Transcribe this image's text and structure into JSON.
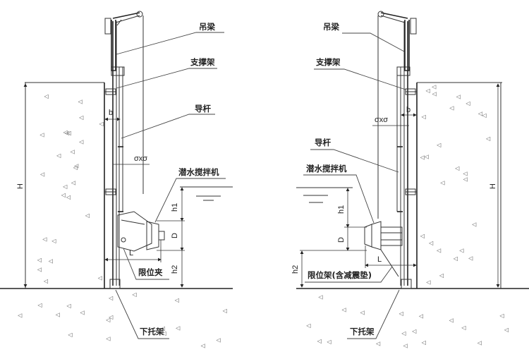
{
  "title": "Submersible mixer installation diagram (two mirrored views)",
  "left_view": {
    "labels": {
      "hanging_beam": "吊梁",
      "support_frame": "支撑架",
      "guide_rod": "导杆",
      "mixer": "潜水搅拌机",
      "limit_clamp": "限位夹",
      "bottom_bracket": "下托架"
    },
    "dimensions": {
      "H": "H",
      "b": "b",
      "rod_size": "σxσ",
      "h1": "h1",
      "D": "D",
      "h2": "h2",
      "L": "L"
    }
  },
  "right_view": {
    "labels": {
      "hanging_beam": "吊梁",
      "support_frame": "支撑架",
      "guide_rod": "导杆",
      "mixer": "潜水搅拌机",
      "limit_frame": "限位架(含减震垫)",
      "bottom_bracket": "下托架"
    },
    "dimensions": {
      "H": "H",
      "b": "b",
      "rod_size": "σxσ",
      "h1": "h1",
      "D": "D",
      "h2": "h2",
      "L": "L"
    }
  },
  "aggregate_symbol": "◁"
}
